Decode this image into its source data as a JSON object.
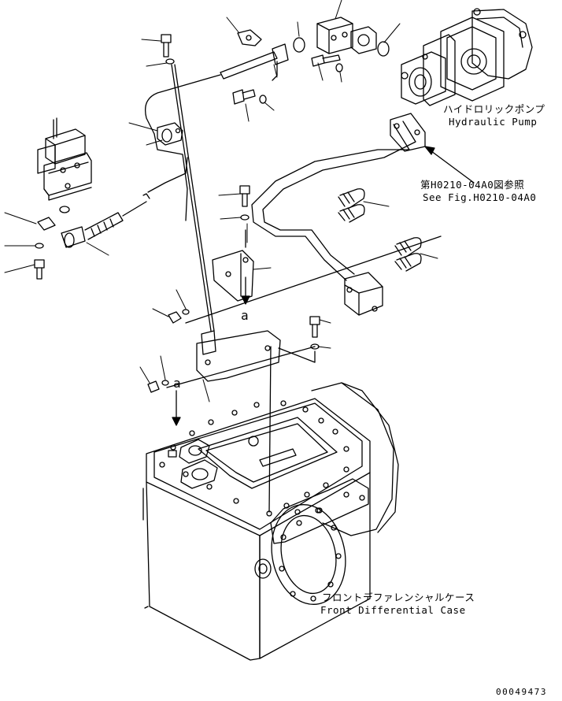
{
  "labels": {
    "hydraulic_pump_jp": "ハイドロリックポンプ",
    "hydraulic_pump_en": "Hydraulic Pump",
    "see_fig_jp": "第H0210-04A0図参照",
    "see_fig_en": "See Fig.H0210-04A0",
    "front_diff_jp": "フロントデファレンシャルケース",
    "front_diff_en": "Front Differential Case",
    "view_marker_a": "a",
    "view_marker_a2": "a",
    "drawing_number": "00049473"
  },
  "colors": {
    "line": "#000000",
    "background": "#ffffff"
  }
}
